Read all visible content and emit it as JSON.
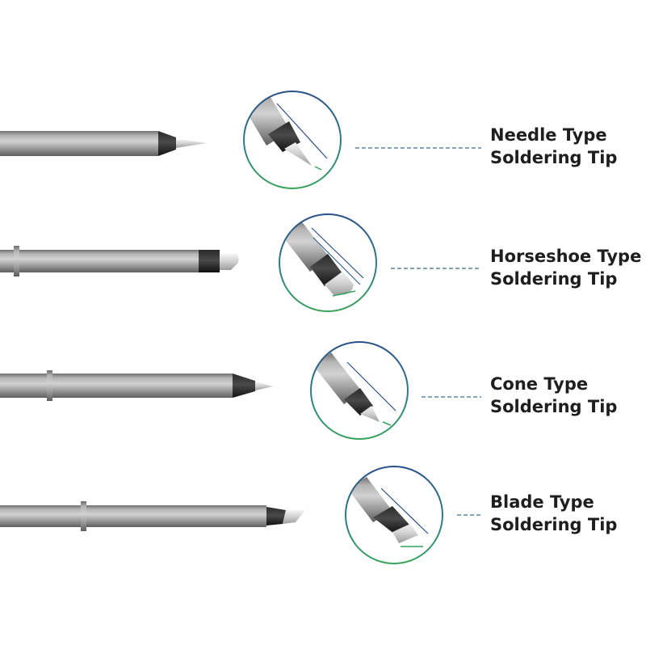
{
  "tips": [
    {
      "id": "needle",
      "line1": "Needle Type",
      "line2": "Soldering Tip",
      "shape": "needle"
    },
    {
      "id": "horseshoe",
      "line1": "Horseshoe Type",
      "line2": "Soldering Tip",
      "shape": "horseshoe"
    },
    {
      "id": "cone",
      "line1": "Cone Type",
      "line2": "Soldering Tip",
      "shape": "cone"
    },
    {
      "id": "blade",
      "line1": "Blade Type",
      "line2": "Soldering Tip",
      "shape": "blade"
    }
  ],
  "colors": {
    "ring_top": "#2a4f88",
    "ring_bottom": "#38a35a",
    "connector": "#3e6b8a",
    "text": "#1e1e1e"
  }
}
